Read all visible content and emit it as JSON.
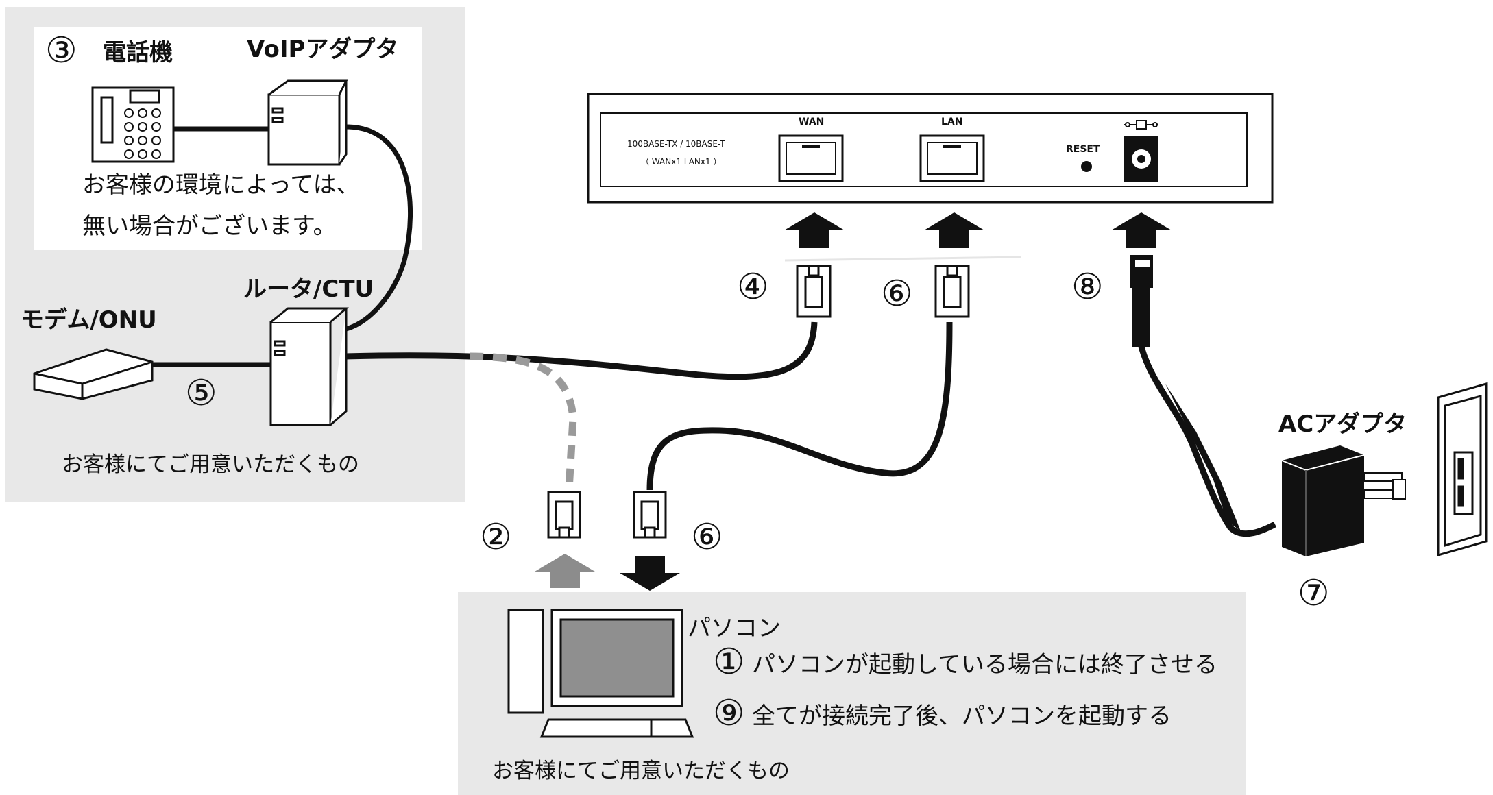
{
  "left_panel": {
    "step_phone": "③",
    "phone_label": "電話機",
    "voip_label": "VoIPアダプタ",
    "note_line1": "お客様の環境によっては、",
    "note_line2": "無い場合がございます。",
    "router_label": "ルータ/CTU",
    "modem_label": "モデム/ONU",
    "step_modem_cable": "⑤",
    "provided_caption": "お客様にてご用意いただくもの"
  },
  "device": {
    "port_spec_line1": "100BASE-TX / 10BASE-T",
    "port_spec_line2": "（ WANx1  LANx1 ）",
    "wan_label": "WAN",
    "lan_label": "LAN",
    "reset_label": "RESET"
  },
  "steps": {
    "wan_cable": "④",
    "lan_cable_top": "⑥",
    "power_cable": "⑧",
    "pc_cable_up": "②",
    "pc_cable_down": "⑥",
    "ac_adapter": "⑦"
  },
  "ac_adapter_label": "ACアダプタ",
  "pc_panel": {
    "pc_label": "パソコン",
    "step1_num": "①",
    "step1_text": "パソコンが起動している場合には終了させる",
    "step9_num": "⑨",
    "step9_text": "全てが接続完了後、パソコンを起動する",
    "provided_caption": "お客様にてご用意いただくもの"
  },
  "colors": {
    "panel_bg": "#e8e8e8",
    "line": "#111111",
    "dashed": "#9a9a9a",
    "arrow_up_gray": "#8c8c8c"
  }
}
